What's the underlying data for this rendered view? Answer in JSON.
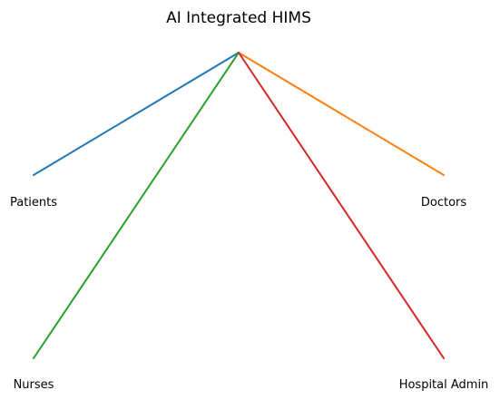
{
  "diagram": {
    "title": "AI Integrated HIMS",
    "hub": "",
    "nodes": [
      {
        "label": "Patients",
        "color": "#1f77b4"
      },
      {
        "label": "Doctors",
        "color": "#ff7f0e"
      },
      {
        "label": "Nurses",
        "color": "#2ca02c"
      },
      {
        "label": "Hospital Admin",
        "color": "#d62728"
      }
    ]
  }
}
